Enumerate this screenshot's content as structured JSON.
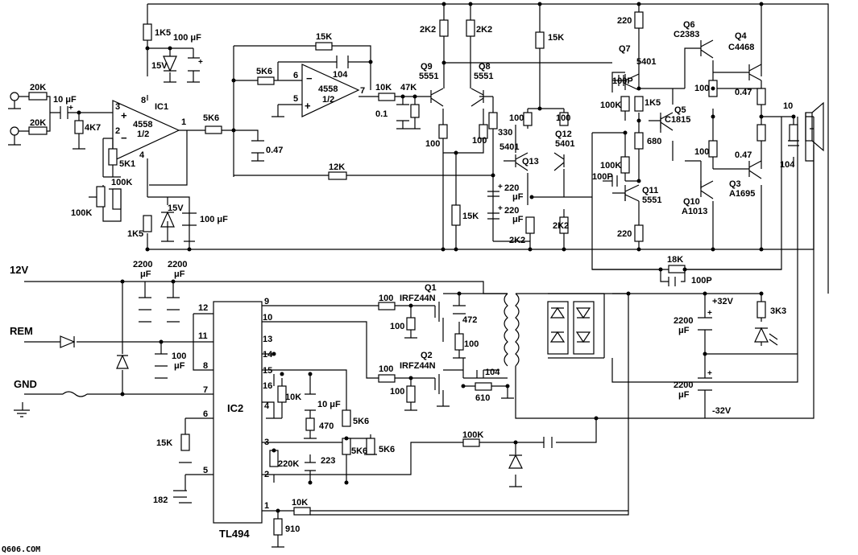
{
  "labels": {
    "r_1k5_top": "1K5",
    "c_100uf_top": "100 μF",
    "z_15v_top": "15V",
    "ic1_name": "IC1",
    "ic1_part": "4558",
    "ic1_half": "1/2",
    "ic1_pin8": "8",
    "ic1_pin3": "3",
    "ic1_pin2": "2",
    "ic1_pin4": "4",
    "ic1_pin1": "1",
    "in_r1": "20K",
    "in_r2": "20K",
    "in_cap": "10 μF",
    "r_4k7": "4K7",
    "r_5k1": "5K1",
    "pot_100k_a": "100K",
    "pot_100k_b": "100K",
    "r_5k6_out": "5K6",
    "r_1k5_bot": "1K5",
    "z_15v_bot": "15V",
    "c_100uf_bot": "100 μF",
    "c_047_left": "0.47",
    "r_5k6_fb": "5K6",
    "r_15k_fb": "15K",
    "c_104_fb": "104",
    "op2_part": "4558",
    "op2_half": "1/2",
    "op2_pin6": "6",
    "op2_pin5": "5",
    "op2_pin7": "7",
    "r_12k": "12K",
    "r_10k_mid": "10K",
    "r_47k": "47K",
    "c_01": "0.1",
    "r_2k2_a": "2K2",
    "r_2k2_b": "2K2",
    "q9": "Q9",
    "q9_part": "5551",
    "q8": "Q8",
    "q8_part": "5551",
    "r_15k_top": "15K",
    "r_100_q9": "100",
    "r_100_q8": "100",
    "r_330": "330",
    "r_100_q13": "100",
    "r_100_q12": "100",
    "q13_part": "5401",
    "q13": "Q13",
    "q12": "Q12",
    "q12_part": "5401",
    "c_220_a": "220",
    "c_220_b": "220",
    "uf_a": "μF",
    "uf_b": "μF",
    "r_15k_low": "15K",
    "r_2k2_c": "2K2",
    "r_2k2_d": "2K2",
    "r_220_top": "220",
    "q7": "Q7",
    "q7_part": "5401",
    "c_100p_a": "100P",
    "r_100k_a": "100K",
    "r_1k5_mid": "1K5",
    "q5": "Q5",
    "q5_part": "C1815",
    "r_680": "680",
    "r_100k_b": "100K",
    "c_100p_b": "100P",
    "q11": "Q11",
    "q11_part": "5551",
    "r_220_bot": "220",
    "q6": "Q6",
    "q6_part": "C2383",
    "q4": "Q4",
    "q4_part": "C4468",
    "r_100_out1": "100",
    "r_047_a": "0.47",
    "r_100_out2": "100",
    "r_047_b": "0.47",
    "q3": "Q3",
    "q3_part": "A1695",
    "q10": "Q10",
    "q10_part": "A1013",
    "r_10_out": "10",
    "c_104_out": "104",
    "r_18k": "18K",
    "c_100p_c": "100P",
    "v12": "12V",
    "rem": "REM",
    "gnd": "GND",
    "c_2200_a": "2200",
    "c_2200_a_u": "μF",
    "c_2200_b": "2200",
    "c_2200_b_u": "μF",
    "c_100uf_rem": "100",
    "c_100uf_rem_u": "μF",
    "ic2_name": "IC2",
    "ic2_part": "TL494",
    "p12": "12",
    "p11": "11",
    "p8": "8",
    "p7": "7",
    "p6": "6",
    "p5": "5",
    "p9": "9",
    "p10": "10",
    "p13": "13",
    "p14": "14",
    "p15": "15",
    "p16": "16",
    "p4": "4",
    "p3": "3",
    "p2": "2",
    "p1": "1",
    "r_15k_ic2": "15K",
    "c_182": "182",
    "r_10k_ic2": "10K",
    "c_10uf_ic2": "10 μF",
    "r_470": "470",
    "r_5k6_a": "5K6",
    "r_5k6_b": "5K6",
    "r_5k6_c": "5K6",
    "r_220k": "220K",
    "c_223": "223",
    "r_100k_fb": "100K",
    "r_10k_p1": "10K",
    "r_910": "910",
    "r_100_g1": "100",
    "r_100_g1b": "100",
    "q1": "Q1",
    "q1_part": "IRFZ44N",
    "c_472": "472",
    "r_100_snub": "100",
    "r_100_g2": "100",
    "r_100_g2b": "100",
    "q2": "Q2",
    "q2_part": "IRFZ44N",
    "c_104_snub": "104",
    "r_610": "610",
    "v32p": "+32V",
    "v32n": "-32V",
    "c_2200_c": "2200",
    "c_2200_c_u": "μF",
    "c_2200_d": "2200",
    "c_2200_d_u": "μF",
    "r_3k3": "3K3",
    "watermark": "Q606.COM"
  }
}
